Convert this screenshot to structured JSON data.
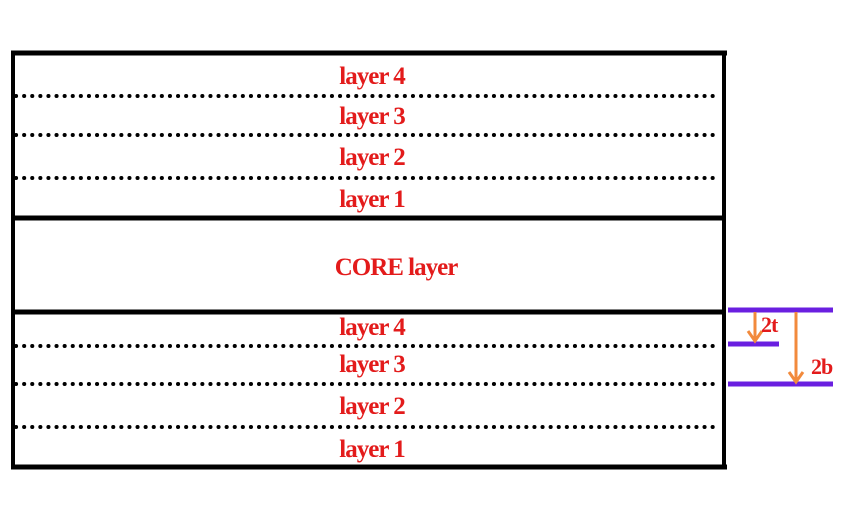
{
  "colors": {
    "frame": "#000000",
    "label": "#e31b1b",
    "dimension_line": "#6a1fe0",
    "arrow": "#f28a3c"
  },
  "upper_stack": {
    "layers": [
      "layer 4",
      "layer 3",
      "layer 2",
      "layer 1"
    ]
  },
  "core": {
    "label": "CORE layer"
  },
  "lower_stack": {
    "layers": [
      "layer 4",
      "layer 3",
      "layer 2",
      "layer 1"
    ]
  },
  "dimensions": {
    "inner": "2t",
    "outer": "2b"
  }
}
